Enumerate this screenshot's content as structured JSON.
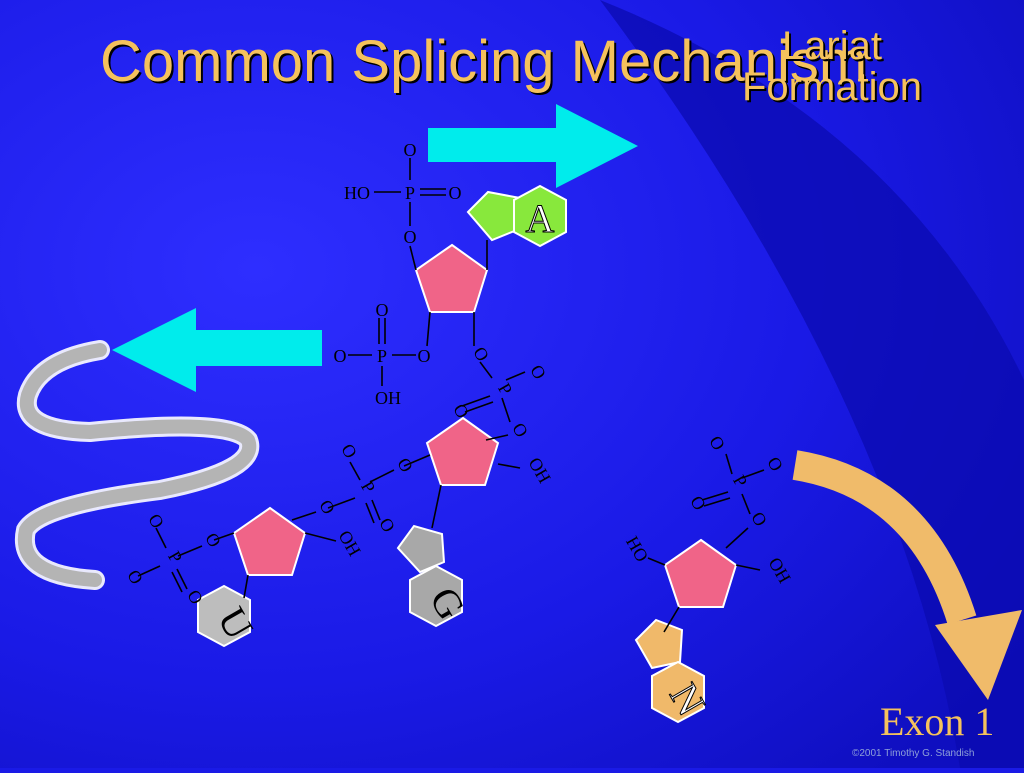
{
  "title": "Common Splicing Mechanism",
  "subtitle": {
    "line1": "Lariat",
    "line2": "Formation"
  },
  "atoms": {
    "O": "O",
    "P": "P",
    "HO": "HO",
    "OH": "OH"
  },
  "bases": {
    "A": "A",
    "G": "G",
    "U": "U",
    "N": "N"
  },
  "exon_label": "Exon 1",
  "copyright": "©2001 Timothy G. Standish",
  "colors": {
    "background": "#1a1ae6",
    "title": "#f5c25c",
    "ribose": "#f06488",
    "base_a": "#88e83c",
    "base_g": "#a8a8a8",
    "base_u": "#bdbdbd",
    "base_n": "#f0b96a",
    "arrow_cyan": "#00ecec",
    "arrow_orange": "#f0bb6a",
    "intron": "#b4b4b4"
  },
  "icons": [
    "cyan-right-arrow",
    "cyan-left-arrow",
    "orange-curved-arrow",
    "intron-strand"
  ]
}
